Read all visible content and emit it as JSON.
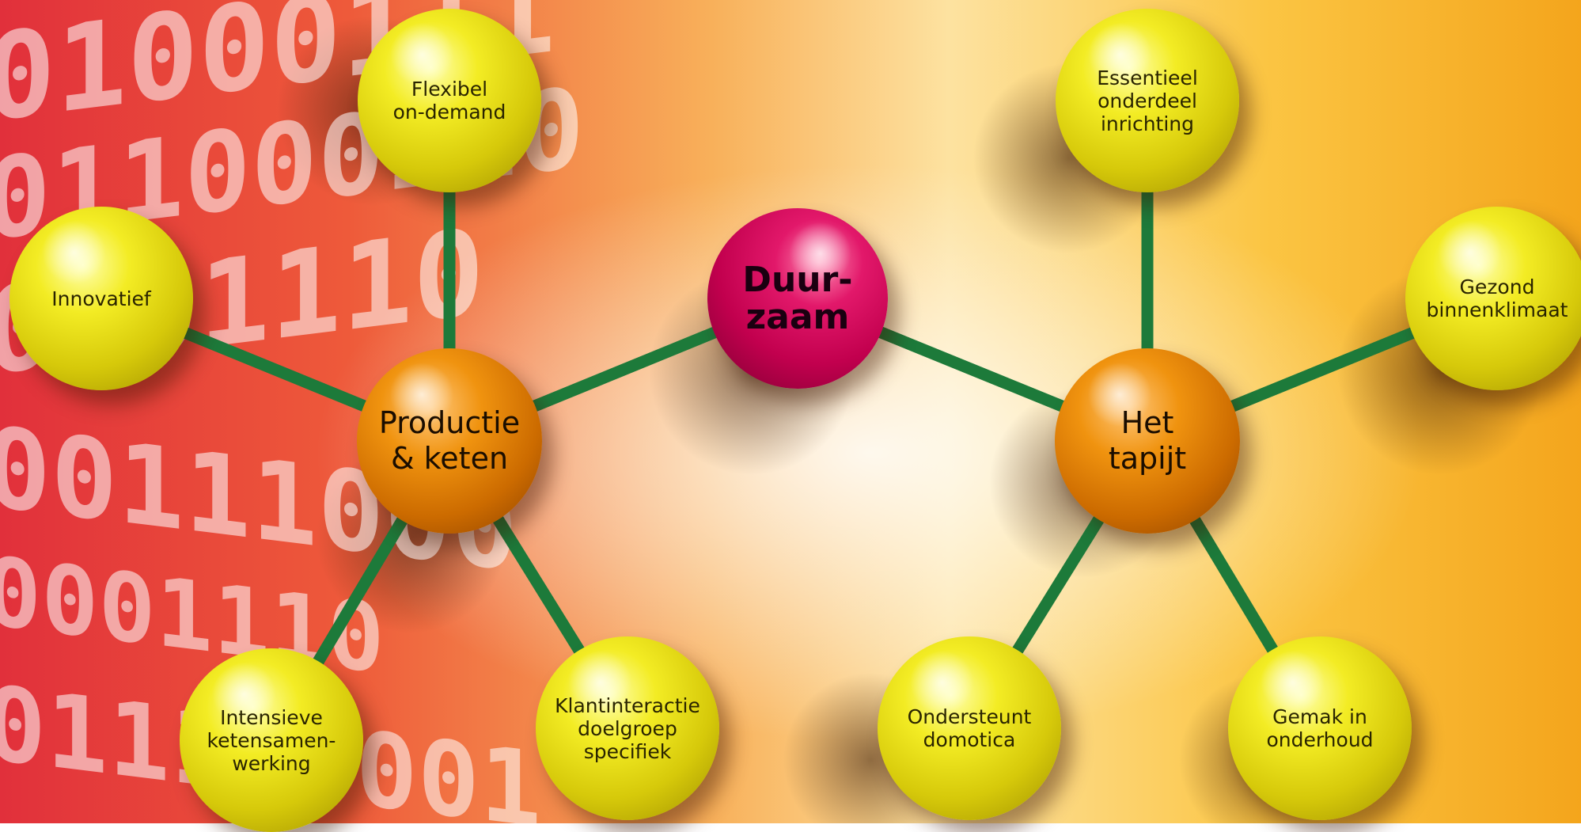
{
  "diagram": {
    "root": {
      "label": "Duur-\nzaam",
      "color": "#c2004e"
    },
    "hubs": [
      {
        "id": "productie",
        "label": "Productie\n& keten",
        "color": "#e07d0a"
      },
      {
        "id": "tapijt",
        "label": "Het\ntapijt",
        "color": "#e07d0a"
      }
    ],
    "leaves": [
      {
        "id": "flexibel",
        "parent": "productie",
        "label": "Flexibel\non-demand"
      },
      {
        "id": "innovatief",
        "parent": "productie",
        "label": "Innovatief"
      },
      {
        "id": "intensieve",
        "parent": "productie",
        "label": "Intensieve\nketensamen-\nwerking"
      },
      {
        "id": "klantinteractie",
        "parent": "productie",
        "label": "Klantinteractie\ndoelgroep\nspecifiek"
      },
      {
        "id": "essentieel",
        "parent": "tapijt",
        "label": "Essentieel\nonderdeel\ninrichting"
      },
      {
        "id": "gezond",
        "parent": "tapijt",
        "label": "Gezond\nbinnenklimaat"
      },
      {
        "id": "ondersteunt",
        "parent": "tapijt",
        "label": "Ondersteunt\ndomotica"
      },
      {
        "id": "gemak",
        "parent": "tapijt",
        "label": "Gemak in\nonderhoud"
      }
    ],
    "link_color": "#1d7a3a",
    "leaf_color": "#e8e01c",
    "background_binary_text": [
      "01000111",
      "011000110",
      "0001110",
      "00111000",
      "0001110",
      "011110001"
    ]
  }
}
